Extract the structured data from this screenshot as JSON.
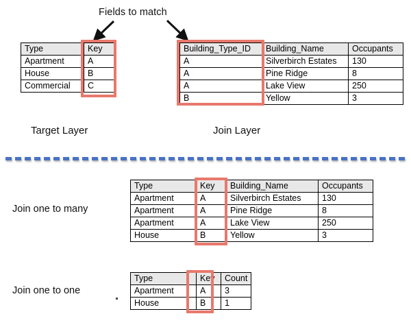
{
  "title": "Fields to match",
  "colors": {
    "highlight": "#e8786c",
    "divider": "#4a72c4",
    "header_fill": "#e8e8e8",
    "border": "#000000"
  },
  "arrows": [
    {
      "name": "arrow-to-target-key",
      "direction": "down-left"
    },
    {
      "name": "arrow-to-join-key",
      "direction": "down-right"
    }
  ],
  "target_layer": {
    "caption": "Target Layer",
    "headers": [
      "Type",
      "Key"
    ],
    "rows": [
      [
        "Apartment",
        "A"
      ],
      [
        "House",
        "B"
      ],
      [
        "Commercial",
        "C"
      ]
    ],
    "highlighted_column": "Key"
  },
  "join_layer": {
    "caption": "Join Layer",
    "headers": [
      "Building_Type_ID",
      "Building_Name",
      "Occupants"
    ],
    "rows": [
      [
        "A",
        "Silverbirch Estates",
        "130"
      ],
      [
        "A",
        "Pine Ridge",
        "8"
      ],
      [
        "A",
        "Lake View",
        "250"
      ],
      [
        "B",
        "Yellow",
        "3"
      ]
    ],
    "highlighted_column": "Building_Type_ID"
  },
  "one_to_many": {
    "label": "Join one to many",
    "headers": [
      "Type",
      "Key",
      "Building_Name",
      "Occupants"
    ],
    "rows": [
      [
        "Apartment",
        "A",
        "Silverbirch Estates",
        "130"
      ],
      [
        "Apartment",
        "A",
        "Pine Ridge",
        "8"
      ],
      [
        "Apartment",
        "A",
        "Lake View",
        "250"
      ],
      [
        "House",
        "B",
        "Yellow",
        "3"
      ]
    ],
    "highlighted_column": "Key"
  },
  "one_to_one": {
    "label": "Join one to one",
    "headers": [
      "Type",
      "Key",
      "Count"
    ],
    "rows": [
      [
        "Apartment",
        "A",
        "3"
      ],
      [
        "House",
        "B",
        "1"
      ]
    ],
    "highlighted_column": "Key"
  }
}
